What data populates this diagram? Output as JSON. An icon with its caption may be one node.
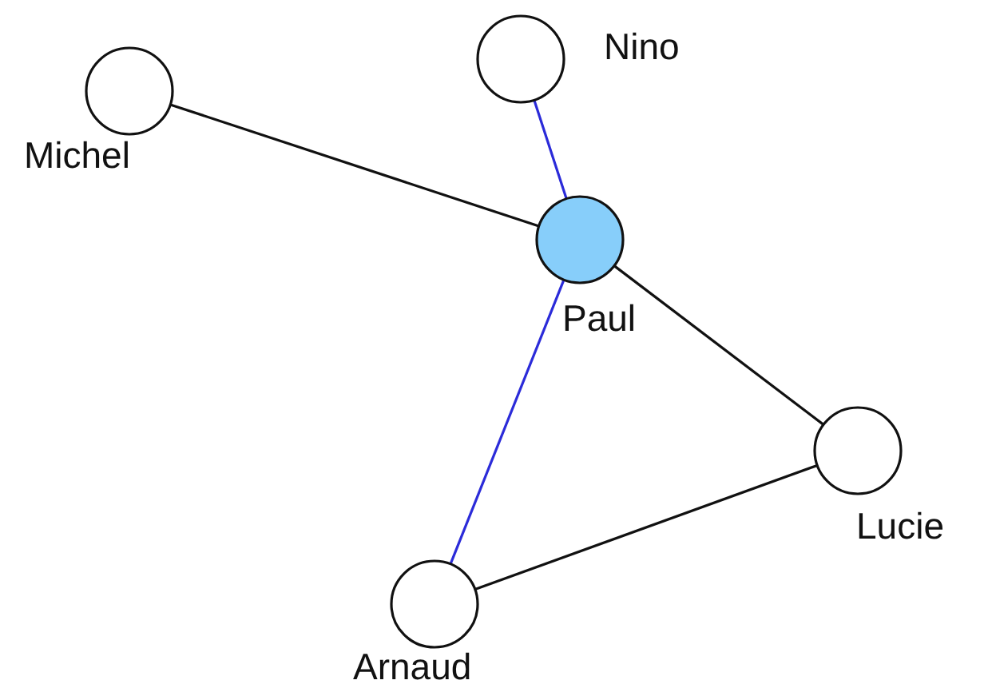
{
  "diagram": {
    "nodes": [
      {
        "text": [],
        "shape": "circle",
        "beside": [
          "Michel"
        ]
      },
      {
        "text": [],
        "shape": "circle",
        "beside": [
          "Nino"
        ]
      },
      {
        "text": [],
        "shape": "circle",
        "beside": [
          "Paul"
        ]
      },
      {
        "text": [],
        "shape": "circle",
        "beside": [
          "Lucie"
        ]
      },
      {
        "text": [],
        "shape": "circle",
        "beside": [
          "Arnaud"
        ]
      }
    ],
    "edges": [
      {
        "from": 0,
        "to": 2,
        "arrow": "none"
      },
      {
        "from": 1,
        "to": 2,
        "arrow": "none",
        "color": "#2b2bd9"
      },
      {
        "from": 2,
        "to": 4,
        "arrow": "none",
        "color": "#2b2bd9"
      },
      {
        "from": 2,
        "to": 3,
        "arrow": "none"
      },
      {
        "from": 3,
        "to": 4,
        "arrow": "none"
      }
    ]
  }
}
